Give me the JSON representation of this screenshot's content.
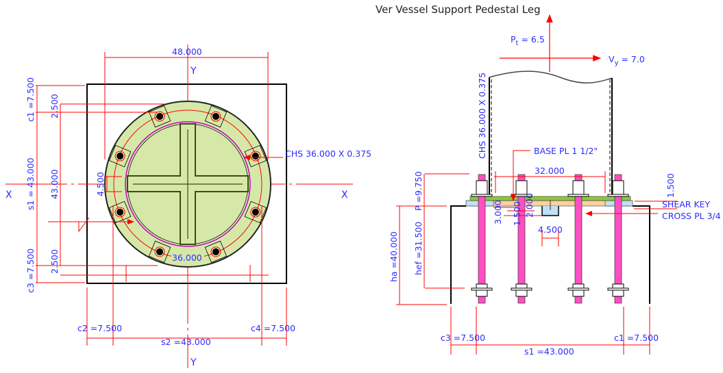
{
  "title": "Ver Vessel Support Pedestal Leg",
  "colors": {
    "plate_fill": "#d6e8a8",
    "bolt_rod": "#ff4fc3",
    "base_plate": "#8dc63f",
    "grout": "#fdd0a0",
    "dim_line": "#ff0000",
    "dim_text": "#2b2bff"
  },
  "plan_view": {
    "axis_x": "X",
    "axis_y": "Y",
    "dim_top": "48.000",
    "dim_c1": "c1 =7.500",
    "dim_s1": "s1 = 43.000",
    "dim_c3": "c3 =7.500",
    "dim_edge_top": "2.500",
    "dim_inner": "43.000",
    "dim_edge_bottom": "2.500",
    "dim_stiff": "4.500",
    "dim_pipe": "36.000",
    "callout_chs": "CHS 36.000 X 0.375",
    "dim_c2": "c2 =7.500",
    "dim_c4": "c4 =7.500",
    "dim_s2": "s2 =43.000"
  },
  "elevation_view": {
    "load_pt_label": "P",
    "load_pt_sub": "t",
    "load_pt_value": " = 6.5",
    "load_vy_label": "V",
    "load_vy_sub": "y",
    "load_vy_value": " = 7.0",
    "callout_chs": "CHS 36.000 X 0.375",
    "callout_base_pl": "BASE PL 1 1/2\"",
    "dim_32": "32.000",
    "dim_1500": "1.500",
    "callout_shear_key": "SHEAR KEY",
    "callout_cross_pl": "CROSS PL 3/4",
    "dim_3000": "3.000",
    "dim_1500b": "1.500",
    "dim_2000": "2.000",
    "dim_key_w": "4.500",
    "dim_p": "P =9.750",
    "dim_hef": "hef =31.500",
    "dim_ha": "ha =40.000",
    "dim_c3": "c3 =7.500",
    "dim_c1": "c1 =7.500",
    "dim_s1": "s1 =43.000"
  }
}
